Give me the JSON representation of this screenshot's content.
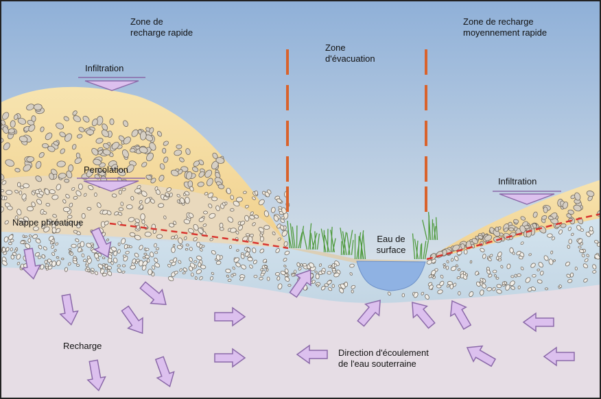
{
  "labels": {
    "zone_rapid_line1": "Zone de",
    "zone_rapid_line2": "recharge rapide",
    "zone_evac_line1": "Zone",
    "zone_evac_line2": "d'évacuation",
    "zone_medium_line1": "Zone de recharge",
    "zone_medium_line2": "moyennement rapide",
    "infiltration_left": "Infiltration",
    "percolation": "Percolation",
    "infiltration_right": "Infiltration",
    "water_table": "Nappe phréatique",
    "surface_water_line1": "Eau de",
    "surface_water_line2": "surface",
    "recharge": "Recharge",
    "flow_direction_line1": "Direction d'écoulement",
    "flow_direction_line2": "de l'eau souterraine"
  },
  "colors": {
    "sky_top": "#8fb0d8",
    "sky_bottom": "#f3f0e6",
    "sand": "#f4d79a",
    "gravel_zone": "#e3d7c0",
    "aquifer": "#c9dbe8",
    "bedrock": "#e5dde4",
    "water": "#8fb2e3",
    "arrow_fill": "#dcc0ee",
    "arrow_stroke": "#8a68a8",
    "water_table_line": "#d8342e",
    "evac_marker": "#d9622b",
    "grass": "#4e9a3c"
  },
  "icons": {
    "infiltration": "down-triangle-arrow-icon",
    "percolation": "down-triangle-arrow-icon",
    "flow": "block-arrow-icon"
  }
}
